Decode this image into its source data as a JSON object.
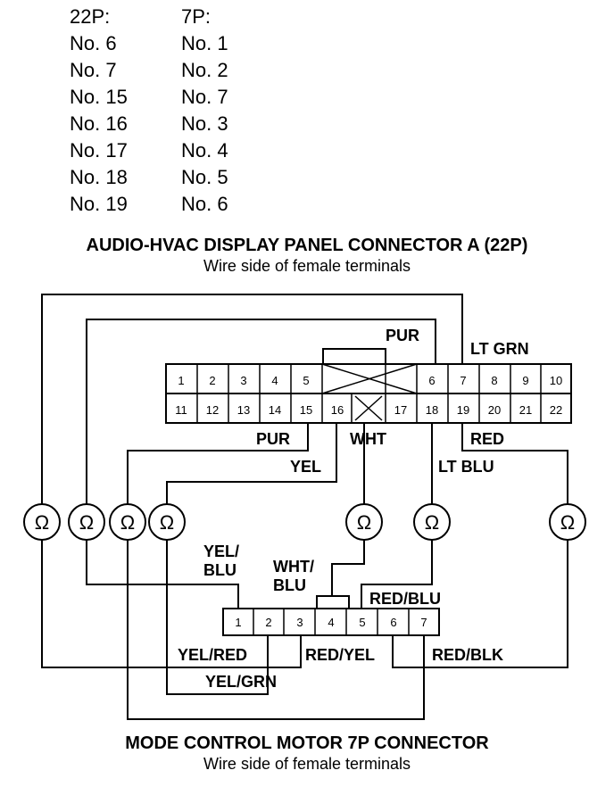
{
  "pin_map": {
    "header_22p": "22P:",
    "header_7p": "7P:",
    "rows": [
      {
        "a": "No. 6",
        "b": "No. 1"
      },
      {
        "a": "No. 7",
        "b": "No. 2"
      },
      {
        "a": "No. 15",
        "b": "No. 7"
      },
      {
        "a": "No. 16",
        "b": "No. 3"
      },
      {
        "a": "No. 17",
        "b": "No. 4"
      },
      {
        "a": "No. 18",
        "b": "No. 5"
      },
      {
        "a": "No. 19",
        "b": "No. 6"
      }
    ]
  },
  "connector_a": {
    "title": "AUDIO-HVAC DISPLAY PANEL CONNECTOR A (22P)",
    "subtitle": "Wire side of female terminals",
    "top_pins": [
      "1",
      "2",
      "3",
      "4",
      "5",
      "6",
      "7",
      "8",
      "9",
      "10"
    ],
    "bottom_pins": [
      "11",
      "12",
      "13",
      "14",
      "15",
      "16",
      "17",
      "18",
      "19",
      "20",
      "21",
      "22"
    ]
  },
  "connector_b": {
    "title": "MODE CONTROL MOTOR 7P CONNECTOR",
    "subtitle": "Wire side of female terminals",
    "pins": [
      "1",
      "2",
      "3",
      "4",
      "5",
      "6",
      "7"
    ]
  },
  "wire_labels": {
    "pur_top": "PUR",
    "lt_grn": "LT GRN",
    "pur_bottom": "PUR",
    "wht": "WHT",
    "red": "RED",
    "yel": "YEL",
    "lt_blu": "LT BLU",
    "yel_blu_1": "YEL/",
    "yel_blu_2": "BLU",
    "wht_blu_1": "WHT/",
    "wht_blu_2": "BLU",
    "red_blu": "RED/BLU",
    "yel_red": "YEL/RED",
    "red_yel": "RED/YEL",
    "red_blk": "RED/BLK",
    "yel_grn": "YEL/GRN"
  },
  "meter_symbol": "Ω"
}
